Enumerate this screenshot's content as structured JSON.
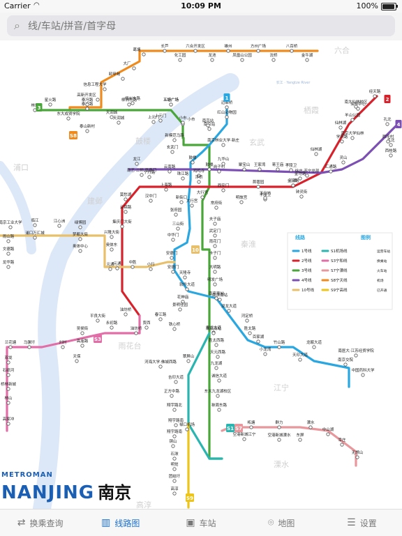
{
  "status_bar": {
    "carrier": "Carrier",
    "time": "10:09 PM",
    "battery": "100%"
  },
  "search": {
    "placeholder": "线/车站/拼音/首字母"
  },
  "colors": {
    "line1": "#2aa7e0",
    "line2": "#d7222c",
    "line3": "#4aa63a",
    "line4": "#7b4fb3",
    "line10": "#e8c06c",
    "lineS1": "#2bb5b0",
    "lineS3": "#e26ea7",
    "lineS7": "#e8979c",
    "lineS8": "#ef8a1c",
    "lineS9": "#ecc41a",
    "river": "#dce8f8",
    "active_tab": "#1a6fd1"
  },
  "map": {
    "river_label": "长江 · Yangtze River",
    "district_labels": [
      "六合",
      "栖霞",
      "鼓楼",
      "玄武",
      "浦口",
      "建邺",
      "秦淮",
      "雨花台",
      "江宁",
      "溧水",
      "高淳"
    ],
    "badges": [
      "1",
      "2",
      "3",
      "4",
      "S1",
      "S3",
      "S7",
      "S8",
      "S9",
      "10"
    ],
    "stations": {
      "s8": [
        "长芦",
        "六合开发区",
        "雄州",
        "方州广场",
        "八百桥",
        "化工园",
        "龙池",
        "凤凰山公园",
        "沈桥",
        "金牛湖",
        "葛塘",
        "大厂",
        "卸甲甸",
        "信息工程大学",
        "高新开发区",
        "泰冯路",
        "泰山新村",
        "天润城",
        "柳州东路",
        "上元门",
        "五塘广场",
        "小市"
      ],
      "line1": [
        "迈皋桥",
        "红山动物园",
        "南京站",
        "新模范马路",
        "玄武门",
        "鼓楼",
        "珠江路",
        "新街口",
        "张府园",
        "三山街",
        "中华门",
        "安德门",
        "天隆寺",
        "软件大道",
        "花神庙",
        "南京南站",
        "双龙大道",
        "河定桥",
        "胜太路",
        "百家湖",
        "小龙湾",
        "竹山路",
        "天印大道",
        "龙眠大道",
        "南医大·江苏经贸学院",
        "南京交院",
        "中国药科大学"
      ],
      "line2": [
        "经天路",
        "仙林中心",
        "羊山公园",
        "南大仙林校区",
        "仙林湖",
        "学则路",
        "马群",
        "钟灵街",
        "金马路",
        "孝陵卫",
        "下马坊",
        "苜蓿园",
        "明故宫",
        "西安门",
        "大行宫",
        "上海路",
        "汉中门",
        "莫愁湖",
        "云锦路",
        "集庆门大街",
        "兴隆大街",
        "奥体东",
        "元通",
        "油坊桥"
      ],
      "line3": [
        "林场",
        "星火路",
        "东大成贤学院",
        "泰冯路",
        "天润城",
        "柳洲东路",
        "上元门",
        "五塘广场",
        "小市",
        "南京站",
        "南京林业大学·新庄",
        "鸡鸣寺",
        "浮桥",
        "大行宫",
        "常府街",
        "夫子庙",
        "武定门",
        "雨花门",
        "卡子门",
        "大明路",
        "明发广场",
        "南京南站",
        "宏运大道",
        "胜太西路",
        "天元西路",
        "九龙湖",
        "诚信大道",
        "东大九龙湖校区",
        "秣周东路"
      ],
      "line4": [
        "仙林湖",
        "灵山",
        "金马路",
        "汇通路",
        "孝陵卫",
        "岗子村",
        "九华山",
        "鼓楼",
        "云南路",
        "南艺·二师·草场门",
        "龙江",
        "聚宝山",
        "王家湾",
        "蒋王庙",
        "徐庄·苏宁总部",
        "西桂路",
        "孟北"
      ],
      "line10": [
        "雨山路",
        "文德路",
        "龙华路",
        "南京工业大学",
        "浦口万汇城",
        "临江",
        "江心洲",
        "绿博园",
        "梦都大街",
        "奥体中心",
        "元通",
        "中胜",
        "小行",
        "安德门"
      ],
      "lineS1": [
        "南京南站",
        "翠屏山",
        "河海大学·佛城西路",
        "吉印大道",
        "正方中路",
        "翔宇路北",
        "翔宇路南",
        "禄口机场"
      ],
      "lineS3": [
        "油坊桥",
        "永初路",
        "平良大街",
        "吴侯街",
        "高庙路",
        "天保",
        "刘村",
        "马骡圩",
        "兰花塘",
        "双垅",
        "石碛河",
        "桥林新城",
        "林山",
        "高家冲"
      ],
      "lineS7": [
        "空港新城江宁",
        "空港新城溧水",
        "柘塘",
        "群力",
        "东屏",
        "溧水",
        "中山湖",
        "幸庄",
        "无想山"
      ],
      "lineS9": [
        "翔宇路南",
        "铜山",
        "石湫",
        "明觉",
        "团结圩",
        "高淳"
      ],
      "extra": [
        "春江路",
        "贾西",
        "铁心桥",
        "景明佳园",
        "宁丹路",
        "南京大学仙林",
        "孔北",
        "西坪村"
      ]
    }
  },
  "legend": {
    "title_lines": "线路",
    "title_map": "图例",
    "lines": [
      "1号线",
      "2号线",
      "3号线",
      "4号线",
      "10号线",
      "S1机场线",
      "S3宁和线",
      "S7宁溧线",
      "S8宁天线",
      "S9宁高线"
    ],
    "items": [
      "运营车站",
      "换乘站",
      "火车站",
      "机场",
      "已开通"
    ]
  },
  "brand": {
    "en_small": "METROMAN",
    "en_big": "NANJING",
    "zh_big": "南京"
  },
  "tabs": [
    {
      "label": "换乘查询",
      "icon": "transfer-icon"
    },
    {
      "label": "线路图",
      "icon": "map-icon"
    },
    {
      "label": "车站",
      "icon": "station-icon"
    },
    {
      "label": "地图",
      "icon": "location-pin-icon"
    },
    {
      "label": "设置",
      "icon": "settings-icon"
    }
  ]
}
